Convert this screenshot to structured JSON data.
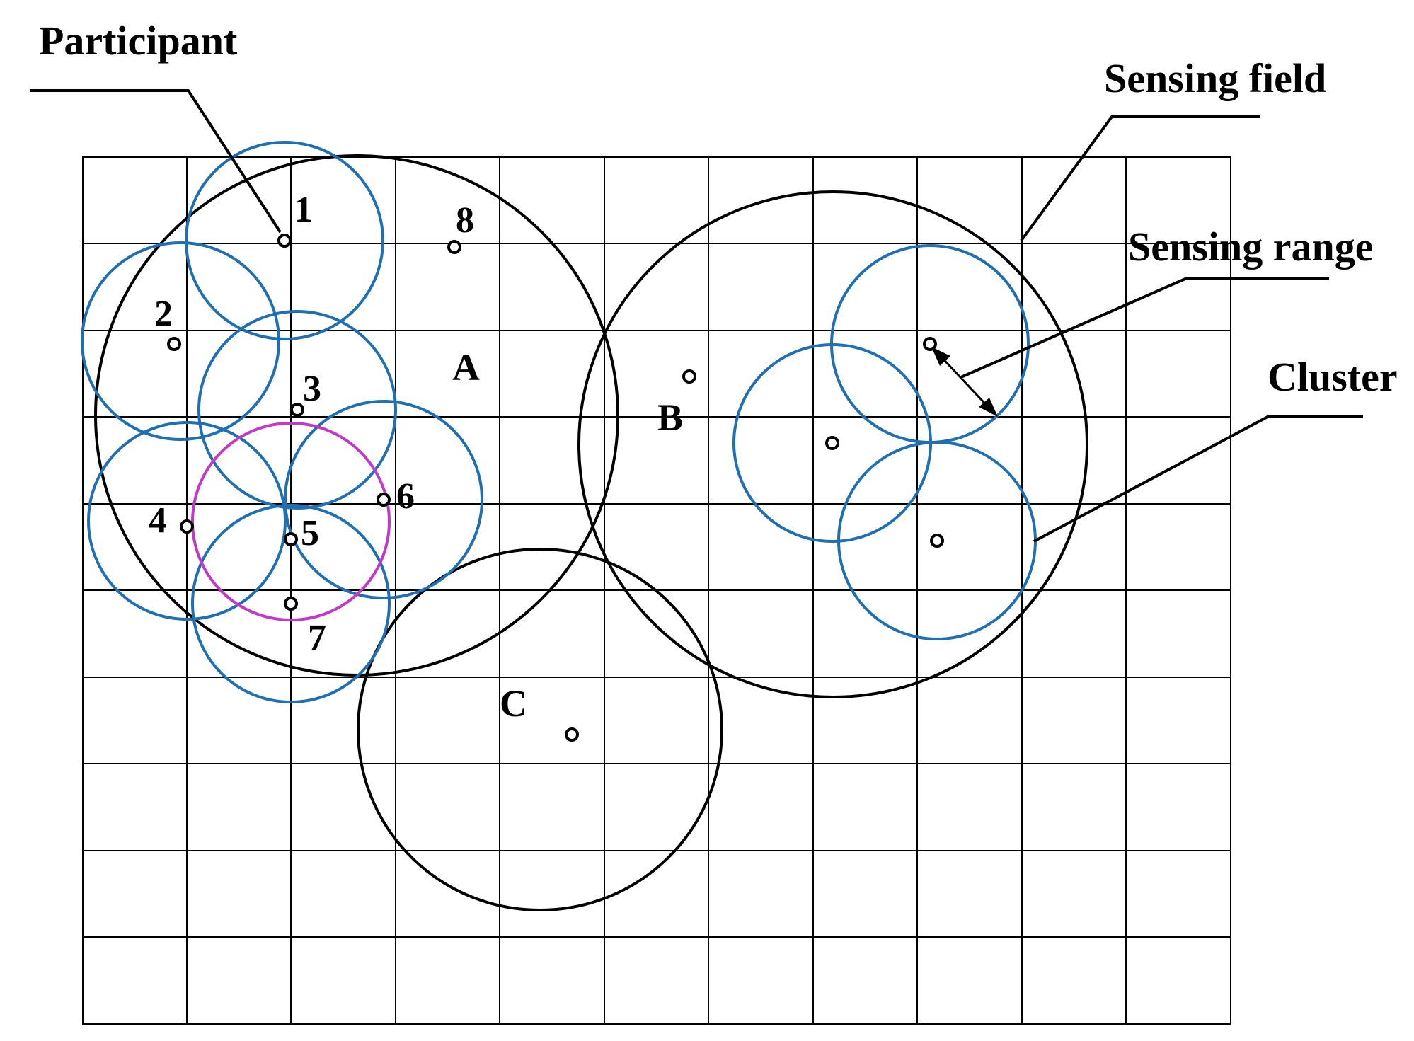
{
  "labels": {
    "participant": "Participant",
    "sensing_field": "Sensing field",
    "sensing_range": "Sensing range",
    "cluster": "Cluster"
  },
  "regions": {
    "a": "A",
    "b": "B",
    "c": "C"
  },
  "participants": {
    "p1": "1",
    "p2": "2",
    "p3": "3",
    "p4": "4",
    "p5": "5",
    "p6": "6",
    "p7": "7",
    "p8": "8"
  },
  "colors": {
    "grid": "#000000",
    "sensing_field": "#000000",
    "sensing_range": "#1f6fb4",
    "highlight_range": "#c238c9",
    "participant_marker": "#000000"
  }
}
